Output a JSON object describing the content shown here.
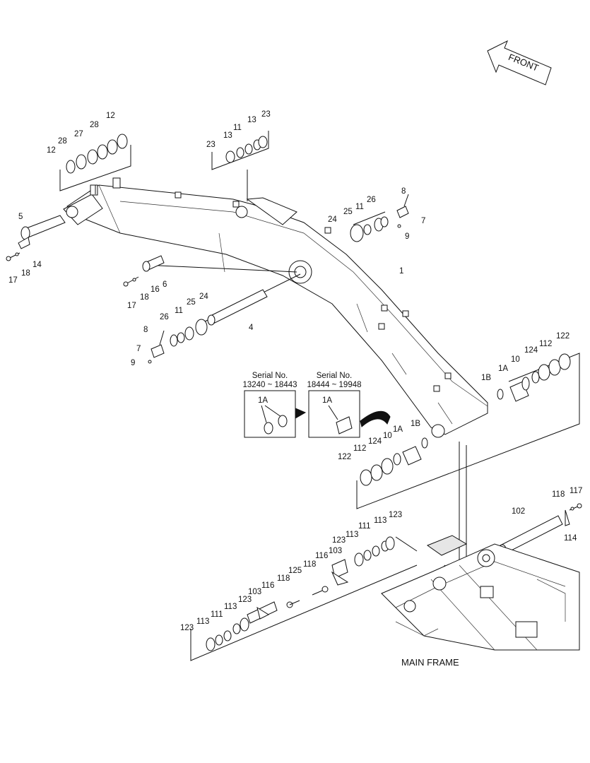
{
  "front_label": "FRONT",
  "main_frame_label": "MAIN FRAME",
  "serial_boxes": {
    "left_title": "Serial No.",
    "left_range": "13240 ~ 18443",
    "left_part": "1A",
    "right_title": "Serial No.",
    "right_range": "18444 ~ 19948",
    "right_part": "1A"
  },
  "callouts": {
    "c1": "1",
    "c4": "4",
    "c5": "5",
    "c6": "6",
    "c14": "14",
    "c16": "16",
    "c17a": "17",
    "c17b": "17",
    "c18a": "18",
    "c18b": "18",
    "c12a": "12",
    "c28a": "28",
    "c27": "27",
    "c28b": "28",
    "c12b": "12",
    "c23a": "23",
    "c13a": "13",
    "c11a": "11",
    "c13b": "13",
    "c23b": "23",
    "c8a": "8",
    "c24a": "24",
    "c25a": "25",
    "c11b": "11",
    "c26a": "26",
    "c7a": "7",
    "c9a": "9",
    "c24b": "24",
    "c25b": "25",
    "c11c": "11",
    "c26b": "26",
    "c8b": "8",
    "c7b": "7",
    "c9b": "9",
    "c1b_a": "1B",
    "c1a_a": "1A",
    "c10a": "10",
    "c124a": "124",
    "c112a": "112",
    "c122a": "122",
    "c1b_b": "1B",
    "c1a_b": "1A",
    "c10b": "10",
    "c124b": "124",
    "c112b": "112",
    "c122b": "122",
    "c118a": "118",
    "c117": "117",
    "c114": "114",
    "c102": "102",
    "c123a": "123",
    "c113a": "113",
    "c111a": "111",
    "c113b": "113",
    "c123b": "123",
    "c103a": "103",
    "c116a": "116",
    "c118b": "118",
    "c125": "125",
    "c103b": "103",
    "c116b": "116",
    "c118c": "118",
    "c123c": "123",
    "c113c": "113",
    "c111b": "111",
    "c113d": "113",
    "c123d": "123"
  }
}
